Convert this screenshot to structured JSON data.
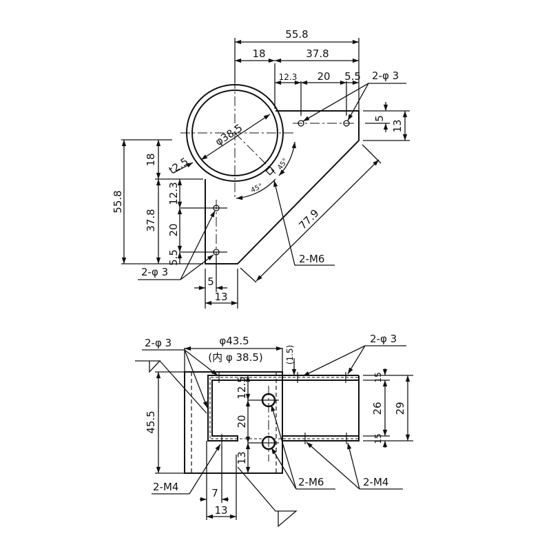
{
  "top_view": {
    "dim_total_width": "55.8",
    "dim_18": "18",
    "dim_37_8": "37.8",
    "dim_12_3": "12.3",
    "dim_20": "20",
    "dim_5_5": "5.5",
    "hole_label_top": "2-φ 3",
    "dim_5_right": "5",
    "dim_13_right": "13",
    "diameter": "φ38.5",
    "thickness": "t2.5",
    "angle_1": "45°",
    "angle_2": "45°",
    "dim_total_height": "55.8",
    "dim_18_v": "18",
    "dim_37_8_v": "37.8",
    "dim_12_3_v": "12.3",
    "dim_20_v": "20",
    "dim_5_5_v": "5.5",
    "diag_length": "77.9",
    "thread_label": "2-M6",
    "hole_label_left": "2-φ 3",
    "dim_5_bottom": "5",
    "dim_13_bottom": "13"
  },
  "front_view": {
    "hole_label_left": "2-φ 3",
    "outer_diameter": "φ43.5",
    "inner_diameter": "(内 φ 38.5)",
    "wall": "(1.5)",
    "hole_label_right": "2-φ 3",
    "dim_height": "45.5",
    "dim_12_5": "12.5",
    "dim_20": "20",
    "dim_13": "13",
    "dim_15_top": "15",
    "dim_26": "26",
    "dim_15_bottom": "15",
    "dim_29": "29",
    "thread_left": "2-M4",
    "thread_m6": "2-M6",
    "thread_right": "2-M4",
    "dim_7": "7",
    "dim_13_bottom": "13"
  }
}
